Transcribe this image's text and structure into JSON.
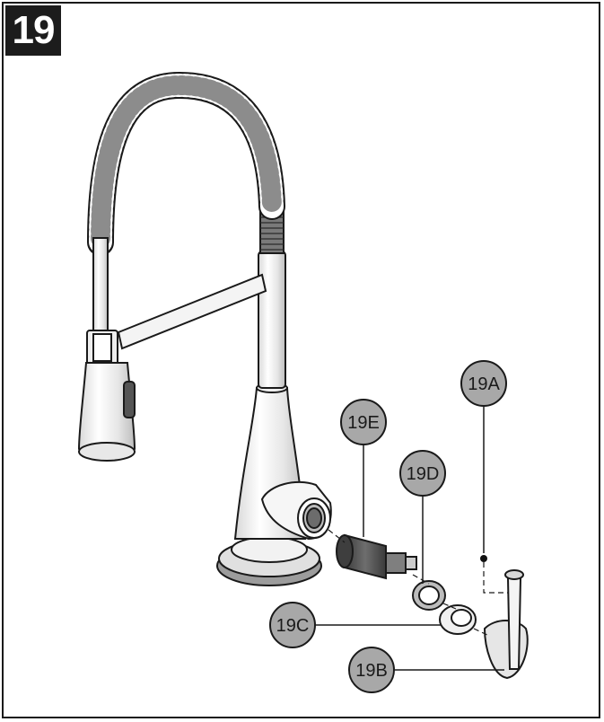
{
  "step": {
    "number": "19"
  },
  "callouts": [
    {
      "id": "a",
      "label": "19A"
    },
    {
      "id": "b",
      "label": "19B"
    },
    {
      "id": "c",
      "label": "19C"
    },
    {
      "id": "d",
      "label": "19D"
    },
    {
      "id": "e",
      "label": "19E"
    }
  ],
  "colors": {
    "badge": "#1c1c1c",
    "callout_fill": "#a8a8a8",
    "part_dark": "#555555",
    "outline": "#1a1a1a"
  }
}
